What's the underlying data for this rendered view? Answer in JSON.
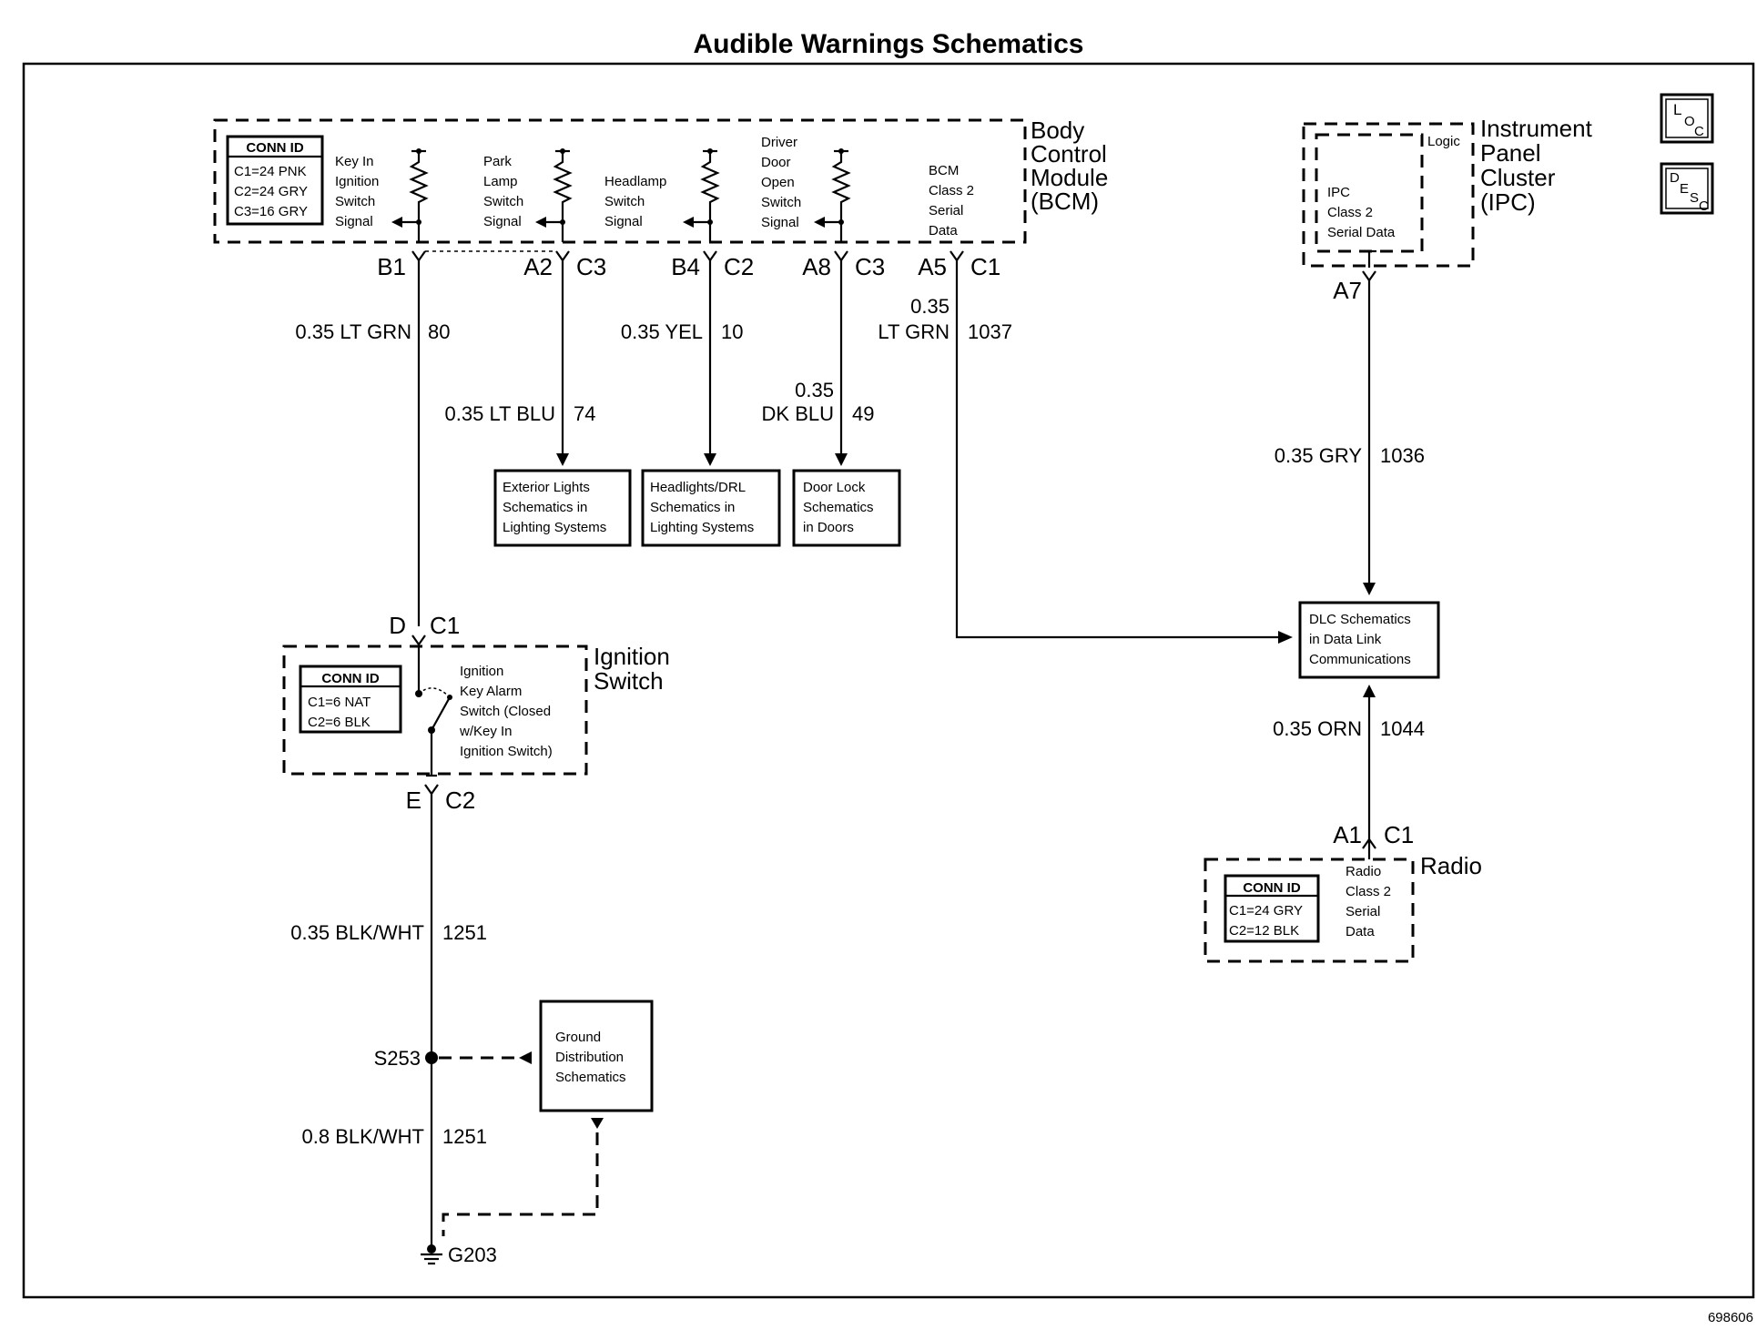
{
  "title": "Audible Warnings Schematics",
  "figure_id": "698606",
  "loc_icon": {
    "big": "L",
    "sub": "O",
    "sub2": "C"
  },
  "desc_icon": {
    "big": "D",
    "sub": "E",
    "sub2": "S",
    "sub3": "C"
  },
  "bcm": {
    "name": [
      "Body",
      "Control",
      "Module",
      "(BCM)"
    ],
    "conn_id": {
      "header": "CONN ID",
      "rows": [
        "C1=24 PNK",
        "C2=24 GRY",
        "C3=16 GRY"
      ]
    },
    "signals": [
      {
        "lines": [
          "Key In",
          "Ignition",
          "Switch",
          "Signal"
        ]
      },
      {
        "lines": [
          "Park",
          "Lamp",
          "Switch",
          "Signal"
        ]
      },
      {
        "lines": [
          "Headlamp",
          "Switch",
          "Signal"
        ]
      },
      {
        "lines": [
          "Driver",
          "Door",
          "Open",
          "Switch",
          "Signal"
        ]
      },
      {
        "lines": [
          "BCM",
          "Class 2",
          "Serial",
          "Data"
        ]
      }
    ],
    "pins": [
      {
        "pin": "B1",
        "conn": ""
      },
      {
        "pin": "A2",
        "conn": "C3"
      },
      {
        "pin": "B4",
        "conn": "C2"
      },
      {
        "pin": "A8",
        "conn": "C3"
      },
      {
        "pin": "A5",
        "conn": "C1"
      }
    ]
  },
  "wires": {
    "key_in": {
      "gauge": "0.35 LT GRN",
      "circuit": "80"
    },
    "park": {
      "gauge": "0.35 LT BLU",
      "circuit": "74"
    },
    "headlamp": {
      "gauge": "0.35 YEL",
      "circuit": "10"
    },
    "door": {
      "gauge_line1": "0.35",
      "gauge_line2": "DK BLU",
      "circuit": "49"
    },
    "bcm_data": {
      "gauge_line1": "0.35",
      "gauge_line2": "LT GRN",
      "circuit": "1037"
    },
    "ipc_data": {
      "gauge": "0.35 GRY",
      "circuit": "1036"
    },
    "radio_data": {
      "gauge": "0.35 ORN",
      "circuit": "1044"
    },
    "ign_out": {
      "gauge": "0.35 BLK/WHT",
      "circuit": "1251"
    },
    "ground": {
      "gauge": "0.8 BLK/WHT",
      "circuit": "1251"
    }
  },
  "ref_boxes": {
    "exterior": [
      "Exterior Lights",
      "Schematics in",
      "Lighting Systems"
    ],
    "headlights": [
      "Headlights/DRL",
      "Schematics in",
      "Lighting Systems"
    ],
    "doorlock": [
      "Door Lock",
      "Schematics",
      "in Doors"
    ],
    "dlc": [
      "DLC Schematics",
      "in Data Link",
      "Communications"
    ],
    "ground_dist": [
      "Ground",
      "Distribution",
      "Schematics"
    ]
  },
  "ignition_switch": {
    "name": [
      "Ignition",
      "Switch"
    ],
    "conn_id": {
      "header": "CONN ID",
      "rows": [
        "C1=6 NAT",
        "C2=6 BLK"
      ]
    },
    "desc": [
      "Ignition",
      "Key Alarm",
      "Switch (Closed",
      "w/Key In",
      "Ignition Switch)"
    ],
    "top_pin": {
      "pin": "D",
      "conn": "C1"
    },
    "bottom_pin": {
      "pin": "E",
      "conn": "C2"
    }
  },
  "ipc": {
    "name": [
      "Instrument",
      "Panel",
      "Cluster",
      "(IPC)"
    ],
    "logic": "Logic",
    "desc": [
      "IPC",
      "Class 2",
      "Serial Data"
    ],
    "pin": "A7"
  },
  "radio": {
    "name": "Radio",
    "conn_id": {
      "header": "CONN ID",
      "rows": [
        "C1=24 GRY",
        "C2=12 BLK"
      ]
    },
    "desc": [
      "Radio",
      "Class 2",
      "Serial",
      "Data"
    ],
    "pin": "A1",
    "conn": "C1"
  },
  "splice": "S253",
  "ground_pt": "G203"
}
